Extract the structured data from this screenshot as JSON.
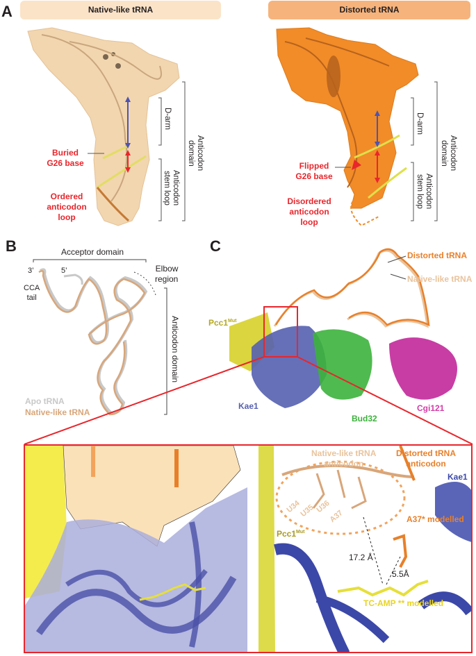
{
  "panel_a": {
    "letter": "A",
    "left": {
      "title": "Native-like tRNA",
      "title_bg": "#fbe3c8",
      "map_color": "#f2d6b0",
      "bracket_darm": "D-arm",
      "bracket_stem": "Anticodon\nstem loop",
      "bracket_domain": "Anticodon\ndomain",
      "label_g26": "Buried\nG26 base",
      "label_loop": "Ordered\nanticodon\nloop"
    },
    "right": {
      "title": "Distorted tRNA",
      "title_bg": "#f6b37c",
      "map_color": "#f28c28",
      "bracket_darm": "D-arm",
      "bracket_stem": "Anticodon\nstem loop",
      "bracket_domain": "Anticodon\ndomain",
      "label_g26": "Flipped\nG26 base",
      "label_loop": "Disordered\nanticodon\nloop"
    }
  },
  "panel_b": {
    "letter": "B",
    "acceptor_domain": "Acceptor domain",
    "three_prime": "3’",
    "five_prime": "5’",
    "cca_tail": "CCA\ntail",
    "elbow_region": "Elbow\nregion",
    "anticodon_domain": "Anticodon domain",
    "legend_apo": "Apo tRNA",
    "legend_native": "Native-like tRNA",
    "apo_color": "#c8c8c8",
    "native_color": "#d8a67a"
  },
  "panel_c": {
    "letter": "C",
    "legend_distorted": "Distorted tRNA",
    "legend_native": "Native-like tRNA",
    "pcc1": "Pcc1",
    "pcc1_sup": "Mut",
    "kae1": "Kae1",
    "bud32": "Bud32",
    "cgi121": "Cgi121",
    "colors": {
      "distorted": "#e8802a",
      "native": "#e9c39c",
      "pcc1": "#b5a820",
      "kae1": "#5560b0",
      "bud32": "#3cb23c",
      "cgi121": "#c2289a",
      "zoom_box": "#e8262c"
    }
  },
  "zoom_inset": {
    "native_anticodon": "Native-like tRNA\nanticodon",
    "distorted_anticodon": "Distorted tRNA\nanticodon",
    "kae1": "Kae1",
    "pcc1": "Pcc1",
    "pcc1_sup": "Mut",
    "u34": "U34",
    "u35": "U35",
    "u36": "U36",
    "a37": "A37",
    "a37_modelled": "A37* modelled",
    "distance_1": "17.2 Å",
    "distance_2": "5.5Å",
    "tcamp_modelled": "TC-AMP ** modelled"
  }
}
